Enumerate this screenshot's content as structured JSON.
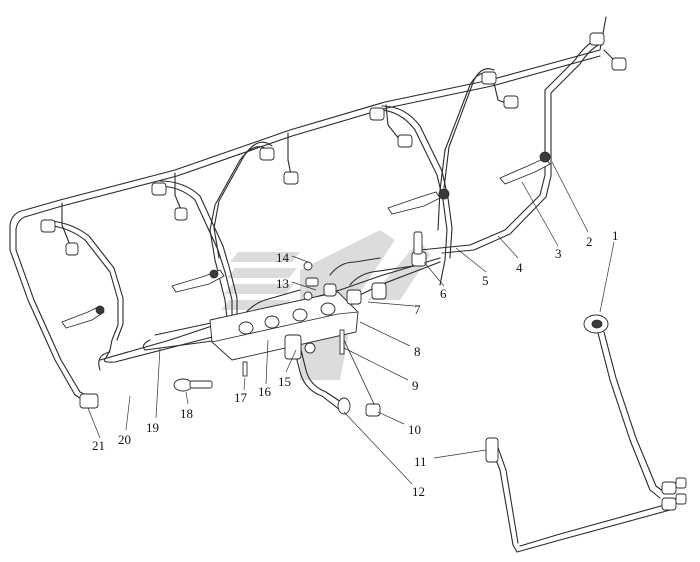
{
  "diagram": {
    "callouts": [
      "1",
      "2",
      "3",
      "4",
      "5",
      "6",
      "7",
      "8",
      "9",
      "10",
      "11",
      "12",
      "13",
      "14",
      "15",
      "16",
      "17",
      "18",
      "19",
      "20",
      "21"
    ],
    "watermark": "brand-watermark-logo"
  },
  "colors": {
    "line": "#2a2a2a",
    "background": "#ffffff",
    "watermark": "#dcdcdc"
  }
}
